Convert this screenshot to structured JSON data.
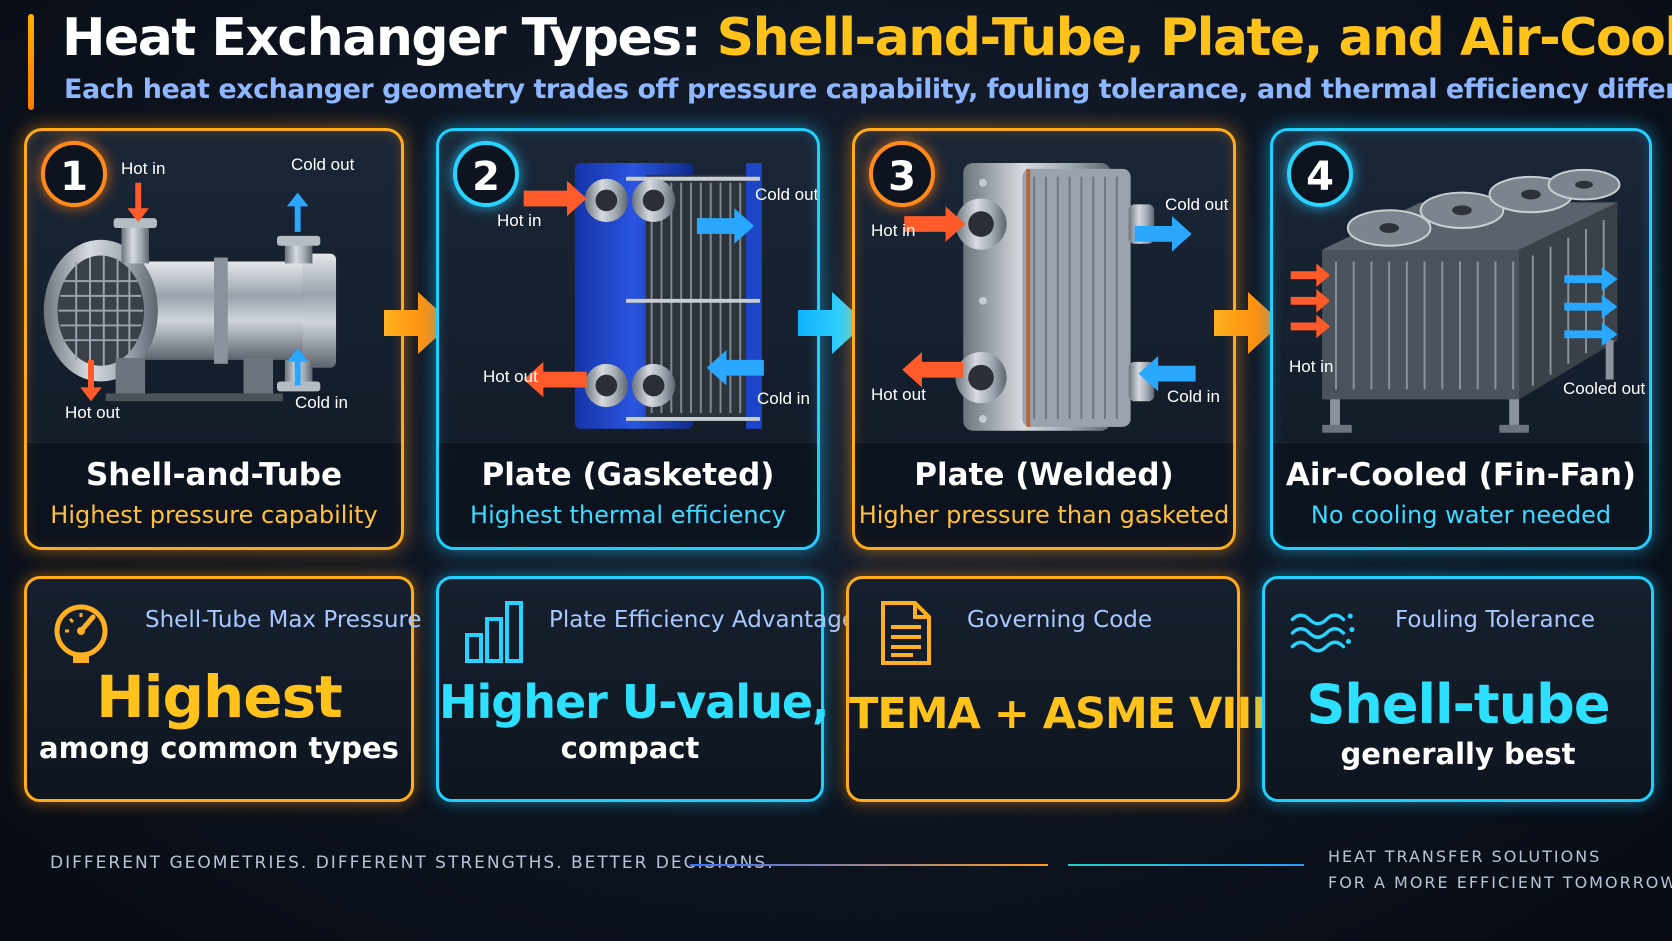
{
  "header": {
    "title_part1": "Heat Exchanger Types: ",
    "title_part2": "Shell-and-Tube, Plate, and Air-Cooled",
    "subtitle": "Each heat exchanger geometry trades off pressure capability, fouling tolerance, and thermal efficiency differently"
  },
  "cards": [
    {
      "number": "1",
      "name": "Shell-and-Tube",
      "desc": "Highest pressure capability",
      "hot_in": "Hot in",
      "hot_out": "Hot out",
      "cold_in": "Cold in",
      "cold_out": "Cold out"
    },
    {
      "number": "2",
      "name": "Plate (Gasketed)",
      "desc": "Highest thermal efficiency",
      "hot_in": "Hot in",
      "hot_out": "Hot out",
      "cold_in": "Cold in",
      "cold_out": "Cold out"
    },
    {
      "number": "3",
      "name": "Plate (Welded)",
      "desc": "Higher pressure than gasketed",
      "hot_in": "Hot in",
      "hot_out": "Hot out",
      "cold_in": "Cold in",
      "cold_out": "Cold out"
    },
    {
      "number": "4",
      "name": "Air-Cooled (Fin-Fan)",
      "desc": "No cooling water needed",
      "hot_in": "Hot in",
      "cooled_out": "Cooled out"
    }
  ],
  "stats": [
    {
      "label": "Shell-Tube Max Pressure",
      "big": "Highest",
      "small": "among common types",
      "icon": "pressure-gauge-icon"
    },
    {
      "label": "Plate Efficiency Advantage",
      "big": "Higher U-value,",
      "small": "compact",
      "icon": "bar-chart-icon"
    },
    {
      "label": "Governing Code",
      "big": "TEMA + ASME VIII",
      "small": "",
      "icon": "document-icon"
    },
    {
      "label": "Fouling Tolerance",
      "big": "Shell-tube",
      "small": "generally best",
      "icon": "waves-icon"
    }
  ],
  "footer": {
    "left": "DIFFERENT GEOMETRIES. DIFFERENT STRENGTHS. BETTER DECISIONS.",
    "right_line1": "HEAT TRANSFER SOLUTIONS",
    "right_line2": "FOR A MORE EFFICIENT TOMORROW."
  },
  "colors": {
    "orange": "#ffab1a",
    "cyan": "#1fd0ff",
    "hot": "#ff5a2a",
    "cold": "#2aa8ff"
  }
}
